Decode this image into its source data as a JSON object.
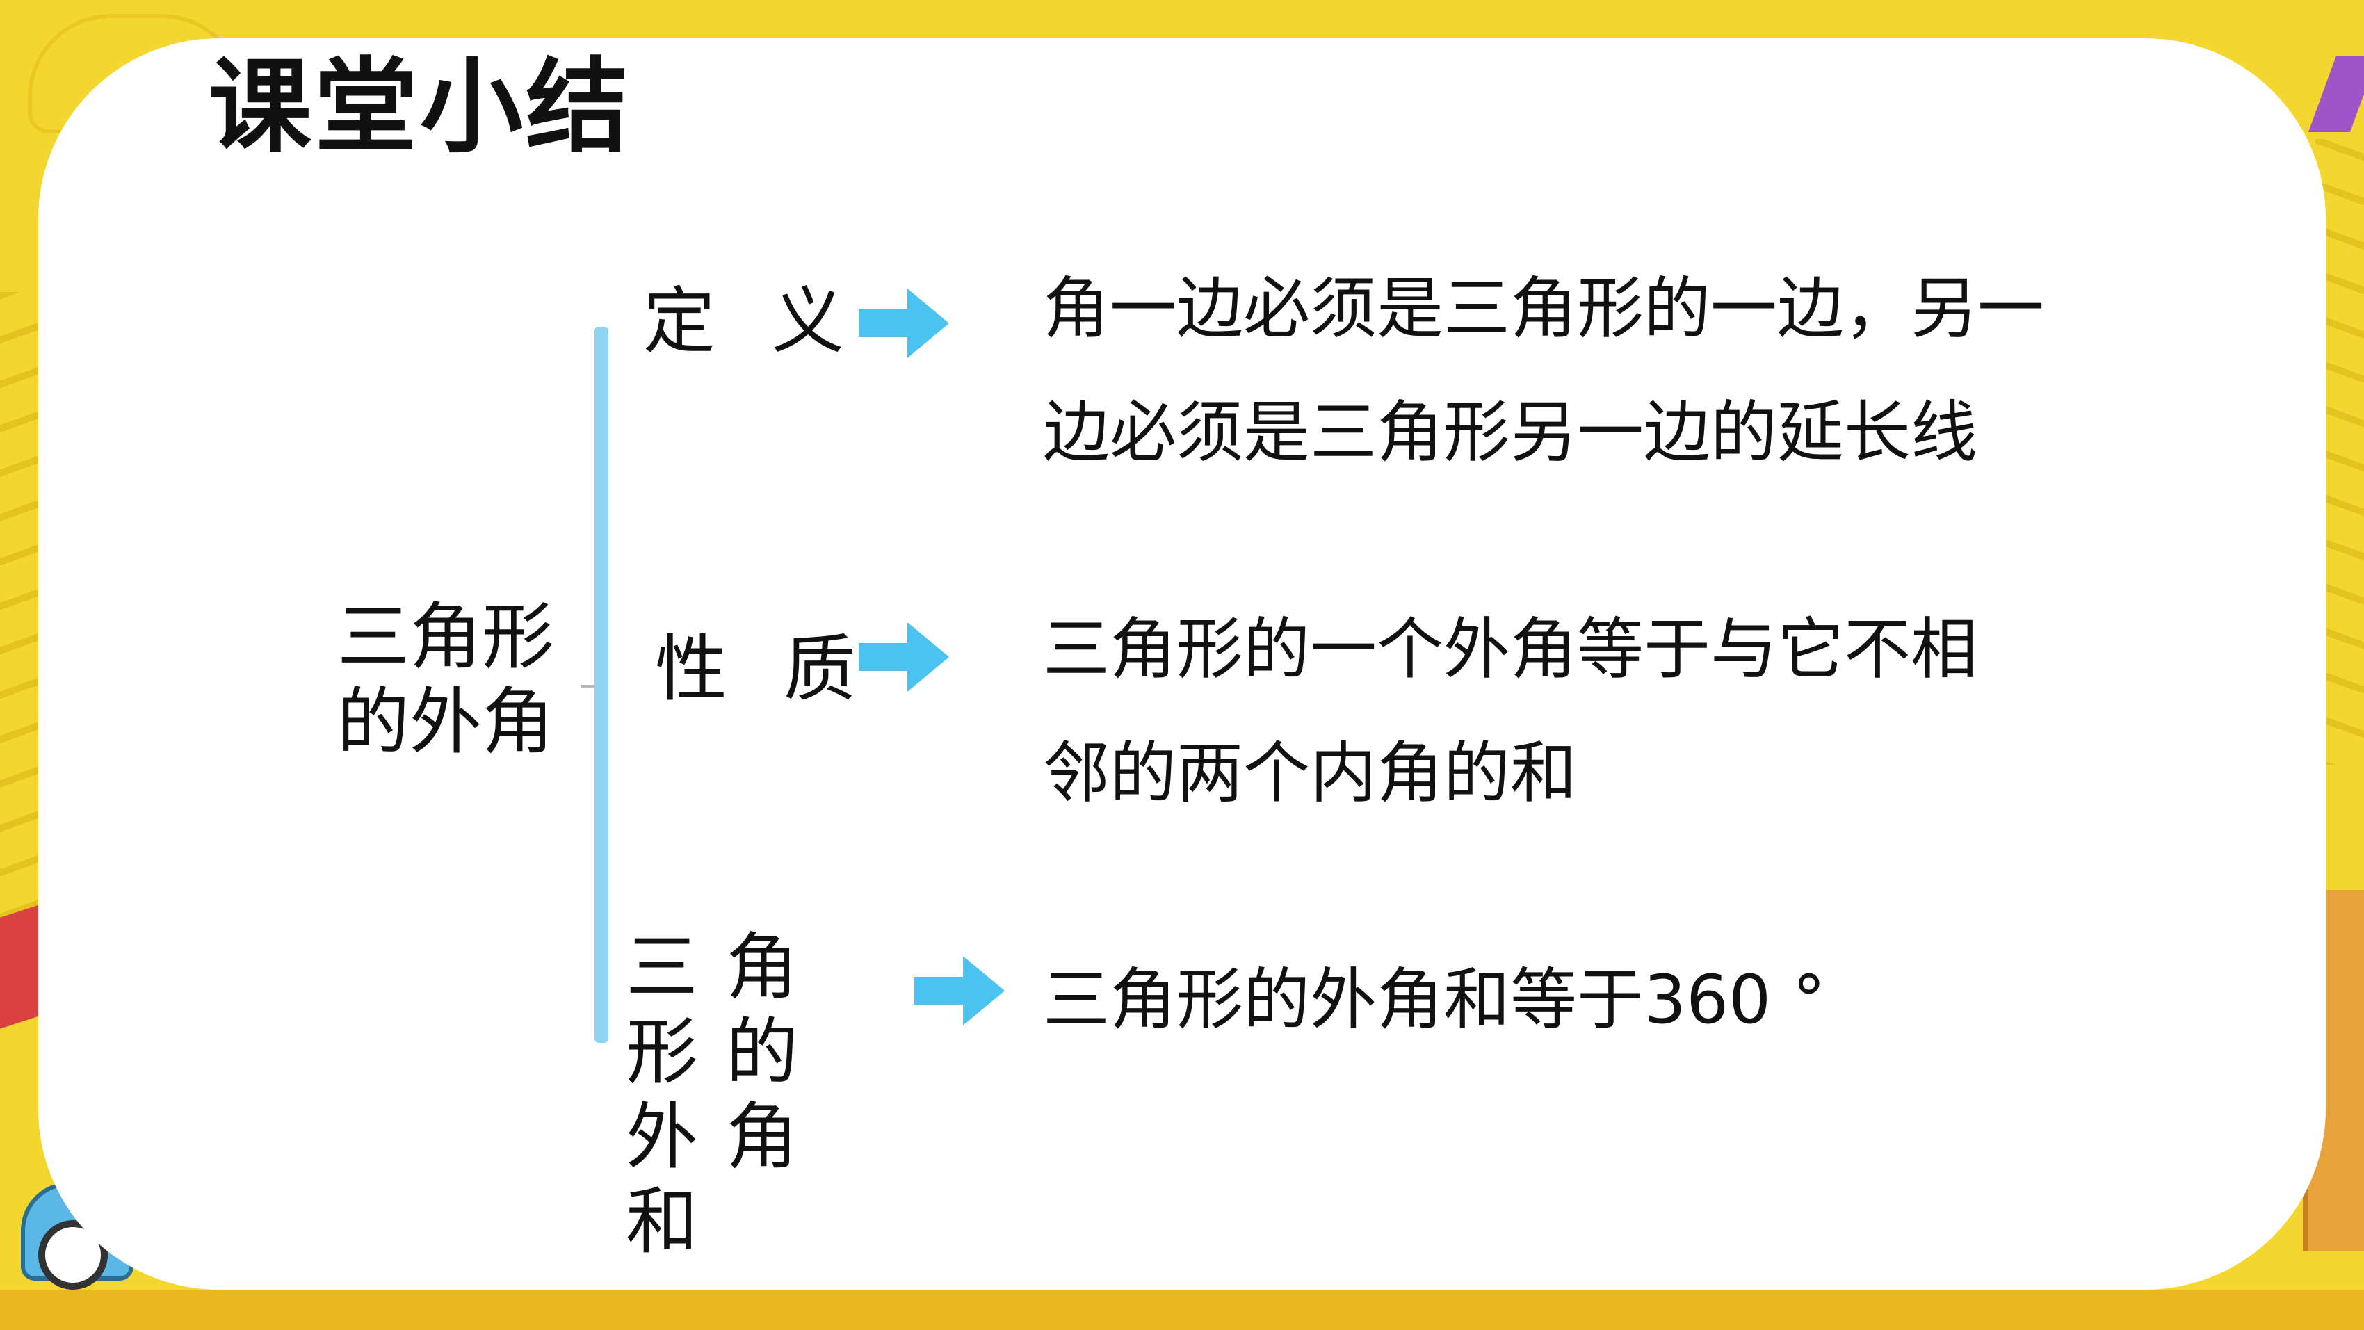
{
  "slide": {
    "title": "课堂小结"
  },
  "mindmap": {
    "root": {
      "line1": "三角形",
      "line2": "的外角"
    },
    "branches": [
      {
        "label": "定 义",
        "description": {
          "line1": "角一边必须是三角形的一边，另一",
          "line2": "边必须是三角形另一边的延长线"
        }
      },
      {
        "label": "性 质",
        "description": {
          "line1": "三角形的一个外角等于与它不相",
          "line2": "邻的两个内角的和"
        }
      },
      {
        "label": "三角形的外角和",
        "description": {
          "line1": "三角形的外角和等于360 °"
        }
      }
    ]
  },
  "colors": {
    "background": "#f4d72e",
    "card": "#ffffff",
    "bracket": "#8fd4f2",
    "arrow": "#4bc3f0",
    "text": "#111111"
  },
  "icons": {
    "arrow": "right-arrow-icon"
  }
}
